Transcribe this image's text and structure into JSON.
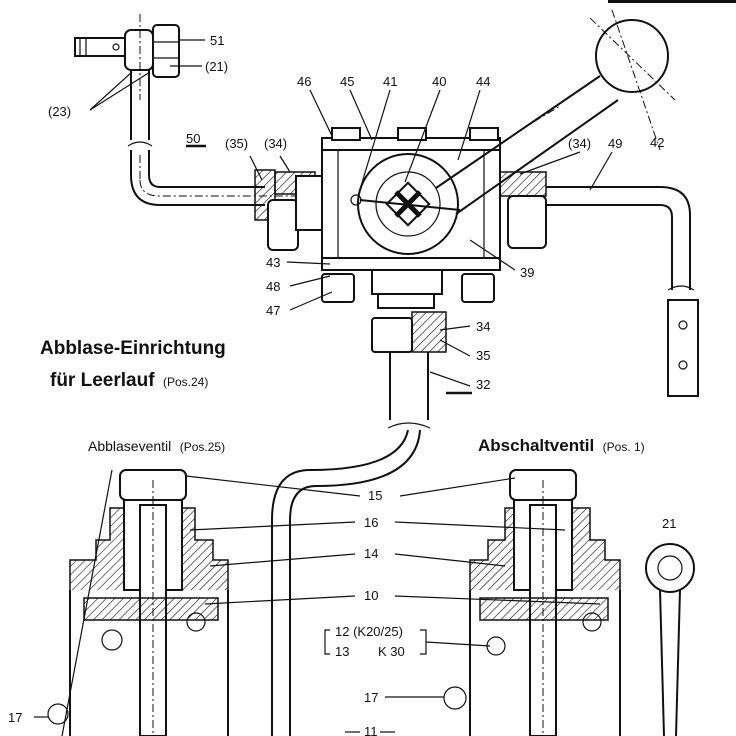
{
  "callouts": {
    "c51": "51",
    "c21a": "(21)",
    "c23": "(23)",
    "c46": "46",
    "c45": "45",
    "c41": "41",
    "c40": "40",
    "c44": "44",
    "c42": "42",
    "c50": "50",
    "c35a": "(35)",
    "c34a": "(34)",
    "c34b": "(34)",
    "c49": "49",
    "c43": "43",
    "c48": "48",
    "c47": "47",
    "c39": "39",
    "c34c": "34",
    "c35b": "35",
    "c32": "32",
    "c15": "15",
    "c16": "16",
    "c14": "14",
    "c10": "10",
    "c12": "12 (K20/25)",
    "c13a": "13",
    "c13b": "K 30",
    "c17a": "17",
    "c17b": "17",
    "c11": "11",
    "c21b": "21"
  },
  "titles": {
    "blow_off_line1": "Abblase-Einrichtung",
    "blow_off_line2": "für Leerlauf",
    "blow_off_pos": "(Pos.24)",
    "blow_valve": "Abblaseventil",
    "blow_valve_pos": "(Pos.25)",
    "cutoff_valve": "Abschaltventil",
    "cutoff_valve_pos": "(Pos. 1)"
  },
  "icons": {
    "assembly": "valve-assembly-drawing"
  }
}
